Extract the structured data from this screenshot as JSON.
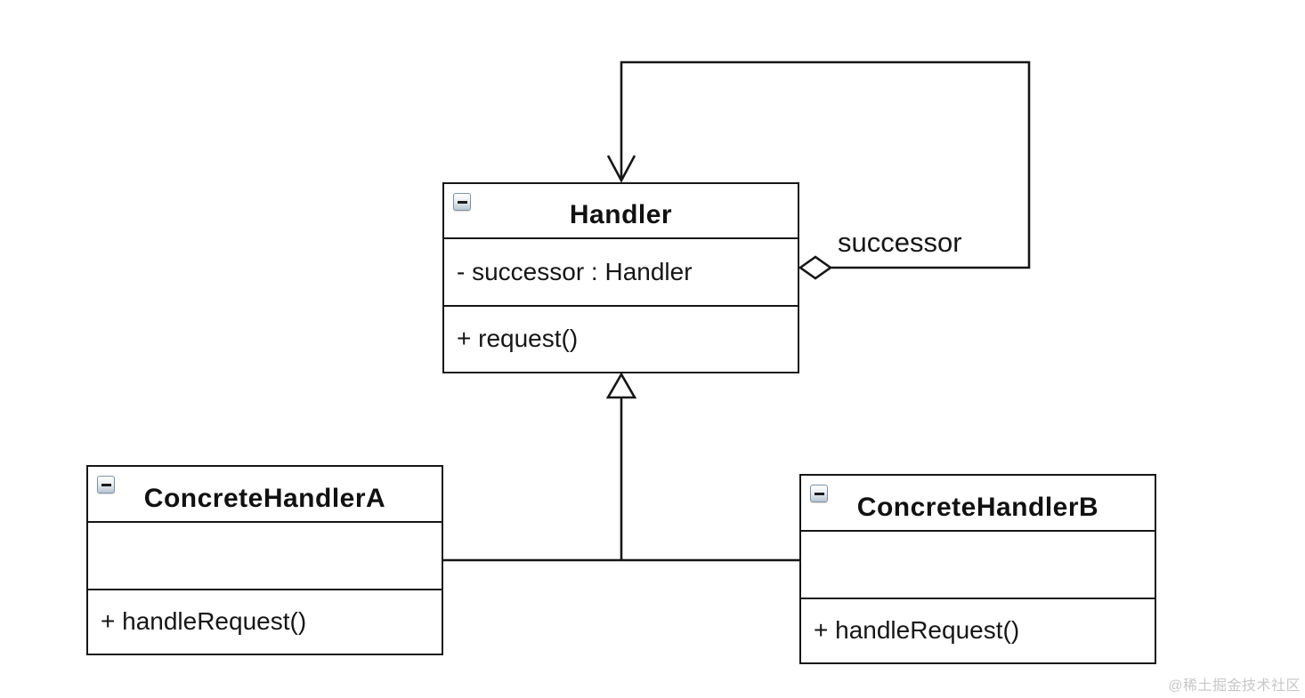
{
  "diagram": {
    "classes": {
      "handler": {
        "name": "Handler",
        "attributes": [
          "- successor : Handler"
        ],
        "methods": [
          "+ request()"
        ]
      },
      "concreteHandlerA": {
        "name": "ConcreteHandlerA",
        "attributes": [],
        "methods": [
          "+ handleRequest()"
        ]
      },
      "concreteHandlerB": {
        "name": "ConcreteHandlerB",
        "attributes": [],
        "methods": [
          "+ handleRequest()"
        ]
      }
    },
    "associations": {
      "successor_label": "successor"
    },
    "icons": {
      "collapse": "minus-collapse-icon",
      "aggregation": "hollow-diamond-icon",
      "generalization": "hollow-triangle-icon",
      "navigability": "open-arrowhead-icon"
    },
    "colors": {
      "line": "#161616",
      "background": "#ffffff",
      "watermark": "#c7c7c7"
    }
  },
  "watermark": {
    "text": "@稀土掘金技术社区"
  }
}
